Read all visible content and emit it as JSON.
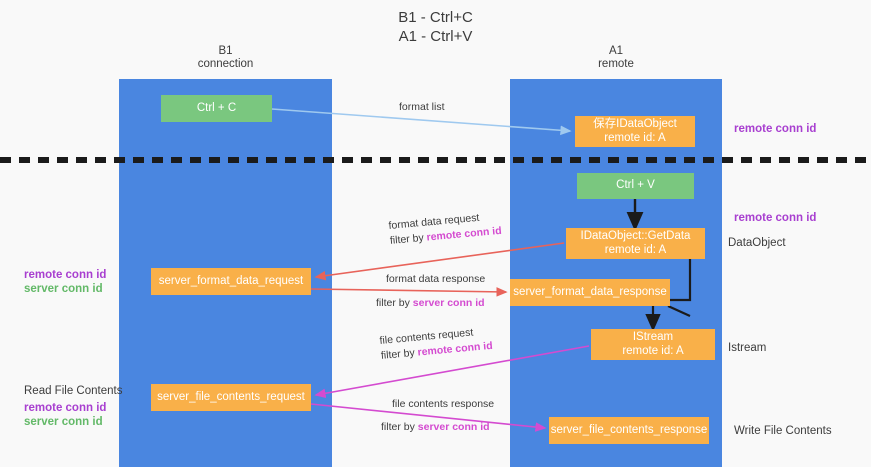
{
  "title": "B1 - Ctrl+C\nA1 - Ctrl+V",
  "lanes": [
    {
      "name": "b1",
      "header": "B1\nconnection",
      "color": "#4a86e0"
    },
    {
      "name": "a1",
      "header": "A1\nremote",
      "color": "#4a86e0"
    }
  ],
  "colors": {
    "lane": "#4a86e0",
    "green_box": "#7ac77f",
    "orange_box": "#f9b049",
    "purple_text": "#a83fd0",
    "green_text": "#63b968",
    "magenta_text": "#d44bd0",
    "arrow_blue": "#9fc9ef",
    "arrow_red": "#e8635a",
    "arrow_magenta": "#d44bd0",
    "arrow_black": "#1b1b1b",
    "divider": "#1b1b1b",
    "background": "#f9f9f9"
  },
  "boxes": {
    "ctrl_c": "Ctrl + C",
    "save_idataobject": "保存IDataObject\nremote id: A",
    "ctrl_v": "Ctrl + V",
    "getdata": "IDataObject::GetData\nremote id: A",
    "server_format_data_request": "server_format_data_request",
    "server_format_data_response": "server_format_data_response",
    "istream": "IStream\nremote id: A",
    "server_file_contents_request": "server_file_contents_request",
    "server_file_contents_response": "server_file_contents_response"
  },
  "annotations": {
    "remote_conn_id_1": "remote conn id",
    "remote_conn_id_2": "remote conn id",
    "dataobject": "DataObject",
    "istream": "Istream",
    "write_file_contents": "Write File Contents",
    "read_file_contents": "Read File Contents",
    "left_remote_conn_id_1": "remote conn id",
    "left_server_conn_id_1": "server conn id",
    "left_remote_conn_id_2": "remote conn id",
    "left_server_conn_id_2": "server conn id"
  },
  "flow_labels": {
    "format_list": "format list",
    "format_data_request": "format data request",
    "format_data_request_filter_prefix": "filter by ",
    "format_data_request_filter_key": "remote conn id",
    "format_data_response": "format data response",
    "format_data_response_filter_prefix": "filter by ",
    "format_data_response_filter_key": "server conn id",
    "file_contents_request": "file contents request",
    "file_contents_request_filter_prefix": "filter by ",
    "file_contents_request_filter_key": "remote conn id",
    "file_contents_response": "file contents response",
    "file_contents_response_filter_prefix": "filter by ",
    "file_contents_response_filter_key": "server conn id"
  }
}
